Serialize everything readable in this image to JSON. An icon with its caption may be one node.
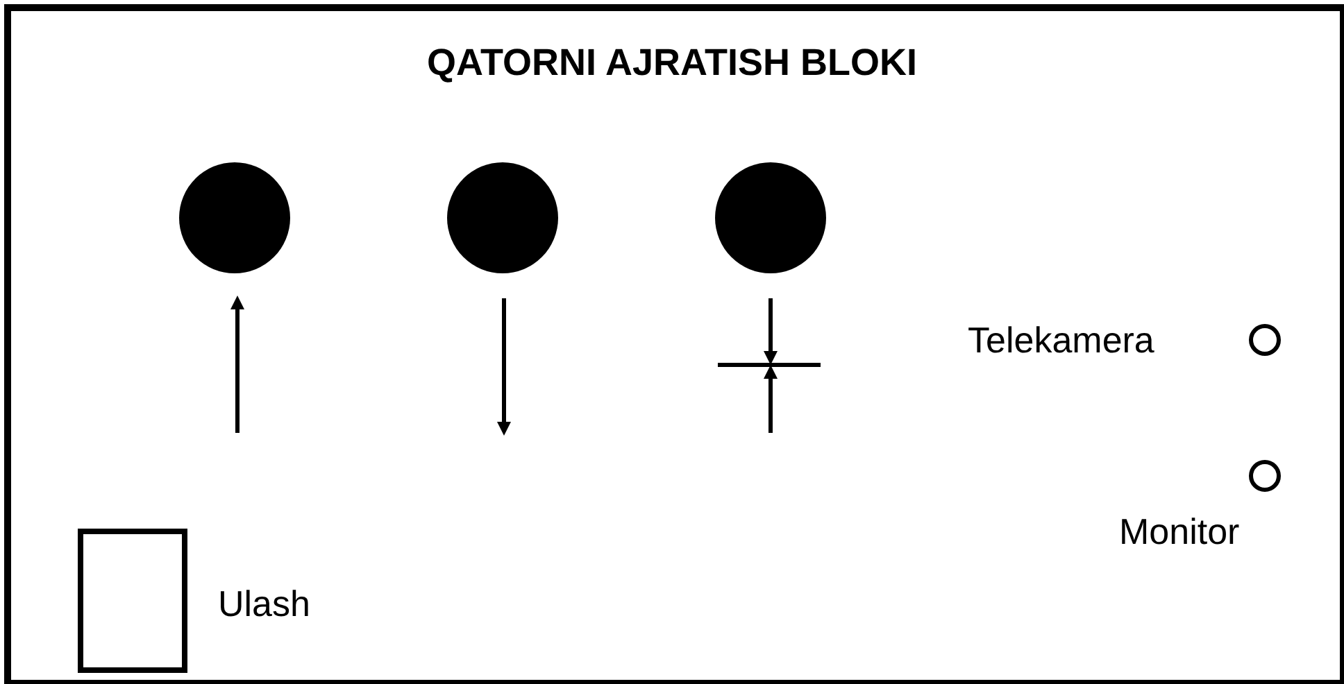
{
  "diagram": {
    "title": "QATORNI AJRATISH BLOKI",
    "nodes": [
      {
        "text": [],
        "shape": "circle"
      },
      {
        "text": [],
        "shape": "circle"
      },
      {
        "text": [],
        "shape": "circle"
      },
      {
        "text": [],
        "shape": "circle"
      },
      {
        "text": [],
        "shape": "circle"
      },
      {
        "text": [],
        "shape": "box"
      }
    ],
    "edges": [],
    "labels": [
      "Telekamera",
      "Monitor",
      "Ulash"
    ]
  }
}
